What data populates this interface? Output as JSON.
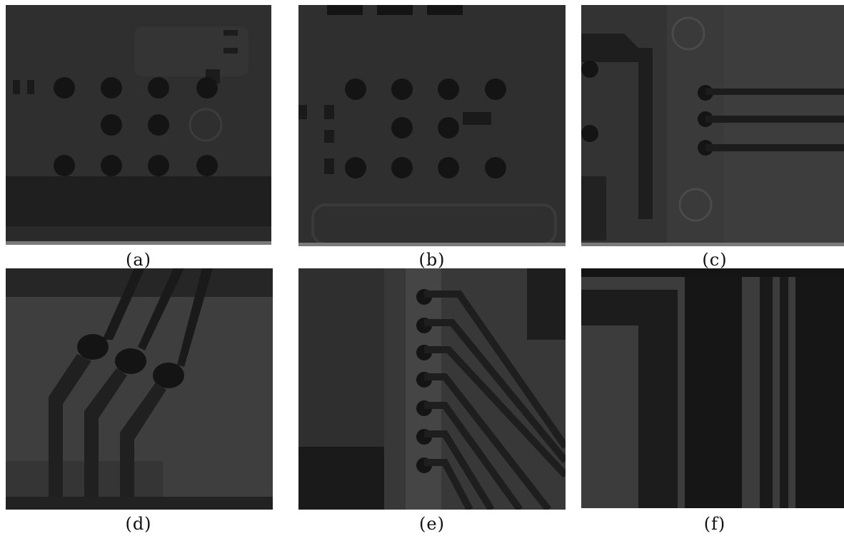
{
  "figure": {
    "panels": [
      {
        "id": "a",
        "caption": "(a)"
      },
      {
        "id": "b",
        "caption": "(b)"
      },
      {
        "id": "c",
        "caption": "(c)"
      },
      {
        "id": "d",
        "caption": "(d)"
      },
      {
        "id": "e",
        "caption": "(e)"
      },
      {
        "id": "f",
        "caption": "(f)"
      }
    ]
  },
  "colors": {
    "background": "#ffffff",
    "pcb_base": "#2e2e2e",
    "pcb_light": "#3a3a3a",
    "pcb_dark": "#1c1c1c",
    "pad": "#141414"
  }
}
